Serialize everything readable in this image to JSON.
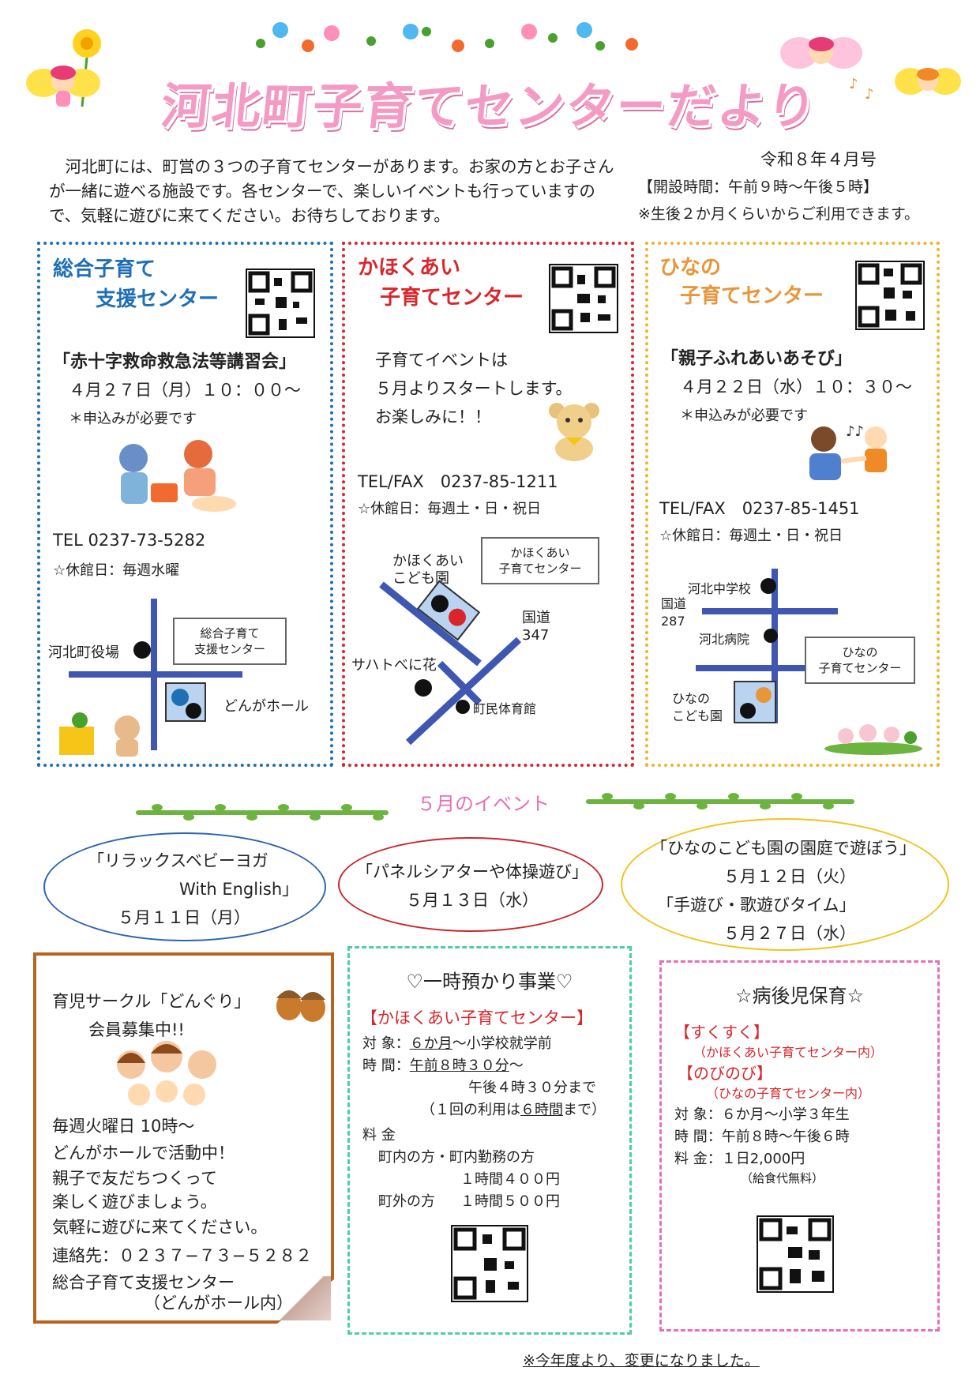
{
  "header": {
    "title": "河北町子育てセンターだより",
    "issue": "令和８年４月号",
    "hours": "【開設時間：午前９時～午後５時】",
    "age_note": "※生後２か月くらいからご利用できます。",
    "intro": "河北町には、町営の３つの子育てセンターがあります。お家の方とお子さんが一緒に遊べる施設です。各センターで、楽しいイベントも行っていますので、気軽に遊びに来てください。お待ちしております。"
  },
  "centers": {
    "sogo": {
      "name_line1": "総合子育て",
      "name_line2": "支援センター",
      "event_title": "「赤十字救命救急法等講習会」",
      "event_date": "４月２７日（月）１０：００～",
      "event_note": "＊申込みが必要です",
      "tel": "TEL 0237-73-5282",
      "closed": "☆休館日：毎週水曜",
      "map": {
        "label_yakuba": "河北町役場",
        "label_callout_1": "総合子育て",
        "label_callout_2": "支援センター",
        "label_hall": "どんがホール"
      }
    },
    "kahokuai": {
      "name_line1": "かほくあい",
      "name_line2": "子育てセンター",
      "msg_1": "子育てイベントは",
      "msg_2": "５月よりスタートします。",
      "msg_3": "お楽しみに！！",
      "tel": "TEL/FAX　0237-85-1211",
      "closed": "☆休館日：毎週土・日・祝日",
      "map": {
        "label_kodomoen_1": "かほくあい",
        "label_kodomoen_2": "こども園",
        "label_callout_1": "かほくあい",
        "label_callout_2": "子育てセンター",
        "label_route_1": "国道",
        "label_route_2": "347",
        "label_sahato": "サハトべに花",
        "label_gym": "町民体育館"
      }
    },
    "hinano": {
      "name_line1": "ひなの",
      "name_line2": "子育てセンター",
      "event_title": "「親子ふれあいあそび」",
      "event_date": "４月２２日（水）１０：３０～",
      "event_note": "＊申込みが必要です",
      "tel": "TEL/FAX　0237-85-1451",
      "closed": "☆休館日：毎週土・日・祝日",
      "map": {
        "label_school": "河北中学校",
        "label_route_1": "国道",
        "label_route_2": "287",
        "label_hospital": "河北病院",
        "label_callout_1": "ひなの",
        "label_callout_2": "子育てセンター",
        "label_kodomoen_1": "ひなの",
        "label_kodomoen_2": "こども園"
      }
    }
  },
  "may_events": {
    "heading": "５月のイベント",
    "event1_line1": "「リラックスベビーヨガ",
    "event1_line2": "With English」",
    "event1_date": "５月１１日（月）",
    "event2_title": "「パネルシアターや体操遊び」",
    "event2_date": "５月１３日（水）",
    "event3_title_a": "「ひなのこども園の園庭で遊ぼう」",
    "event3_date_a": "５月１２日（火）",
    "event3_title_b": "「手遊び・歌遊びタイム」",
    "event3_date_b": "５月２７日（水）"
  },
  "circle": {
    "line1": "育児サークル「どんぐり」",
    "line2": "会員募集中!!",
    "line3": "毎週火曜日 10時～",
    "line4": "どんがホールで活動中！",
    "line5": "親子で友だちつくって",
    "line6": "楽しく遊びましょう。",
    "line7": "気軽に遊びに来てください。",
    "contact": "連絡先：０２３７−７３−５２８２",
    "org": "総合子育て支援センター",
    "org_sub": "（どんがホール内）"
  },
  "temporary": {
    "heading": "♡一時預かり事業♡",
    "center": "【かほくあい子育てセンター】",
    "target_label": "対 象：",
    "target_value": "６か月",
    "target_rest": "～小学校就学前",
    "time_label": "時 間：",
    "time_value": "午前８時３０分",
    "time_rest": "～",
    "time_end": "午後４時３０分まで",
    "time_note_a": "（１回の利用は",
    "time_note_b": "６時間",
    "time_note_c": "まで）",
    "fee_label": "料 金",
    "fee_in_label": "町内の方・町内勤務の方",
    "fee_in_value": "１時間４００円",
    "fee_out_label": "町外の方",
    "fee_out_value": "１時間５００円"
  },
  "sick_care": {
    "heading": "☆病後児保育☆",
    "name1": "【すくすく】",
    "name1_sub": "（かほくあい子育てセンター内）",
    "name2": "【のびのび】",
    "name2_sub": "（ひなの子育てセンター内）",
    "target": "対 象：６か月～小学３年生",
    "time": "時 間：午前８時～午後６時",
    "fee": "料 金：１日2,000円",
    "fee_note": "（給食代無料）"
  },
  "footer_note": "※今年度より、変更になりました。",
  "colors": {
    "title_pink": "#f39bc4",
    "sogo_blue": "#1f6fb5",
    "kahokuai_red": "#d9262c",
    "hinano_orange": "#e8963a",
    "may_pink": "#e770b5",
    "temporary_red": "#d9262c",
    "sick_red": "#d9262c"
  }
}
